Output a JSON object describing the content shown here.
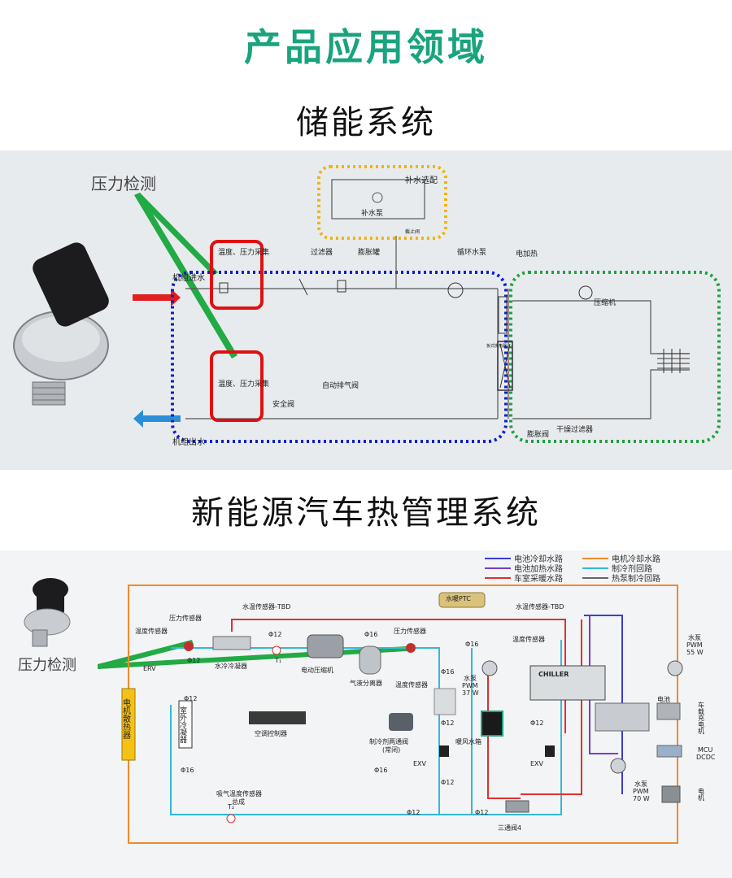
{
  "header": {
    "title": "产品应用领域"
  },
  "section1": {
    "title": "储能系统",
    "callout": "压力检测",
    "labels": {
      "makeup_config": "补水选配",
      "makeup_pump": "补水泵",
      "inlet": "机组进水",
      "outlet": "机组出水",
      "temp_pressure_top": "温度、压力采集",
      "temp_pressure_bottom": "温度、压力采集",
      "filter": "过滤器",
      "expansion_tank": "膨胀罐",
      "circulation_pump": "循环水泵",
      "electric_heater": "电加热",
      "auto_vent": "自动排气阀",
      "safety_valve": "安全阀",
      "compressor": "压缩机",
      "expansion_valve": "膨胀阀",
      "dry_filter": "干燥过滤器",
      "plate_exchanger": "板式换热器",
      "check_valve": "截止阀"
    }
  },
  "section2": {
    "title": "新能源汽车热管理系统",
    "callout": "压力检测",
    "legend": [
      {
        "label": "电池冷却水路",
        "color": "#3b3bd6"
      },
      {
        "label": "电池加热水路",
        "color": "#7a3bd6"
      },
      {
        "label": "车室采暖水路",
        "color": "#e03030"
      },
      {
        "label": "电机冷却水路",
        "color": "#f08a2a"
      },
      {
        "label": "制冷剂回路",
        "color": "#35b8d8"
      },
      {
        "label": "热泵制冷回路",
        "color": "#666666"
      }
    ],
    "labels": {
      "water_temp_sensor_left": "水温传感器-TBD",
      "water_ptc": "水暖PTC",
      "water_temp_sensor_right": "水温传感器-TBD",
      "pressure_sensor_left": "压力传感器",
      "temp_sensor_left": "温度传感器",
      "pressure_sensor_mid": "压力传感器",
      "temp_sensor_mid": "温度传感器",
      "temp_sensor_right": "温度传感器",
      "phi12_a": "Φ12",
      "phi16_a": "Φ16",
      "phi16_b": "Φ16",
      "phi16_c": "Φ16",
      "phi12_b": "Φ12",
      "phi12_c": "Φ12",
      "phi12_d": "Φ12",
      "phi12_e": "Φ12",
      "phi12_f": "Φ12",
      "phi12_g": "Φ12",
      "phi12_h": "Φ12",
      "phi16_d": "Φ16",
      "phi16_e": "Φ16",
      "t1": "T₁",
      "t2": "T₂",
      "erv": "ERV",
      "water_cooled_condenser": "水冷冷凝器",
      "electric_compressor": "电动压缩机",
      "gas_liquid_separator": "气液分离器",
      "chiller": "CHILLER",
      "pump_pwm_37": "水泵\nPWM\n37 W",
      "pump_pwm_55": "水泵\nPWM\n55 W",
      "pump_pwm_70": "水泵\nPWM\n70 W",
      "motor_radiator": "电机散热器",
      "outdoor_condenser": "室外冷凝器",
      "ac_controller": "空调控制器",
      "refrigerant_valve": "制冷剂两通阀",
      "refrigerant_valve_sub": "(常闭)",
      "heater_core": "暖风水箱",
      "exv_left": "EXV",
      "exv_right": "EXV",
      "battery": "电池",
      "onboard_charger": "车载充电机",
      "mcu_dcdc": "MCU\nDCDC",
      "motor": "电机",
      "suction_sensor": "吸气温度传感器",
      "suction_sensor_sub": "总成",
      "three_way_valve": "三通阀4"
    }
  }
}
